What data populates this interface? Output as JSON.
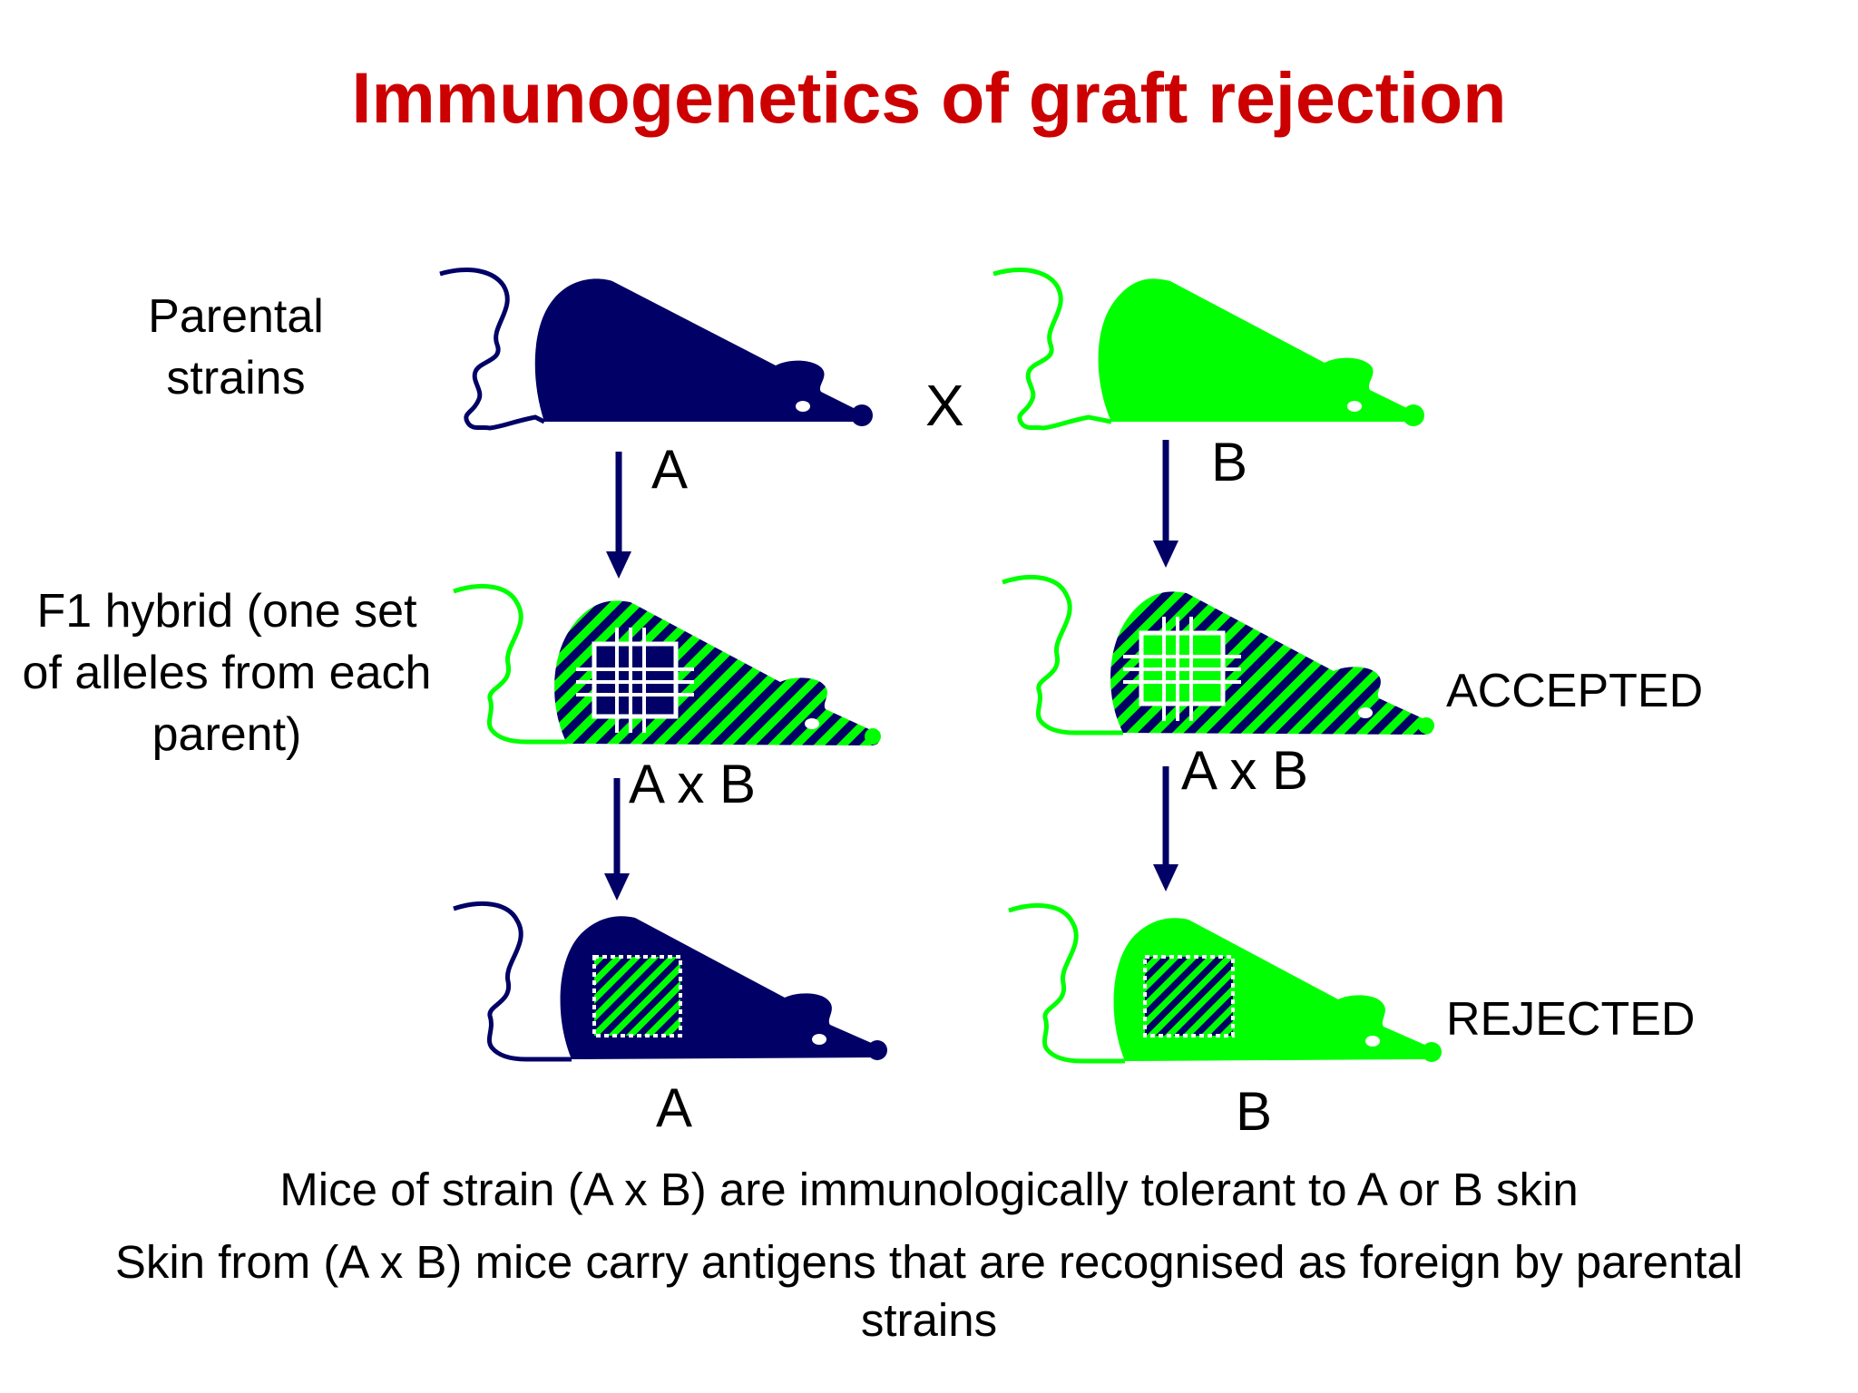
{
  "title": "Immunogenetics of graft rejection",
  "colors": {
    "title": "#cc0000",
    "strain_a": "#000066",
    "strain_b": "#00ff00",
    "arrow": "#000066",
    "graft_border": "#ffffff"
  },
  "row_labels": {
    "parental": "Parental strains",
    "f1": "F1 hybrid (one set of alleles from each parent)"
  },
  "cross_symbol": "X",
  "strains": {
    "top_left": "A",
    "top_right": "B",
    "middle_left": "A x B",
    "middle_right": "A x B",
    "bottom_left": "A",
    "bottom_right": "B"
  },
  "outcomes": {
    "accepted": "ACCEPTED",
    "rejected": "REJECTED"
  },
  "captions": [
    "Mice of strain (A x B) are immunologically tolerant to A or B skin",
    "Skin from (A x B) mice carry antigens that are recognised as foreign by parental strains"
  ]
}
